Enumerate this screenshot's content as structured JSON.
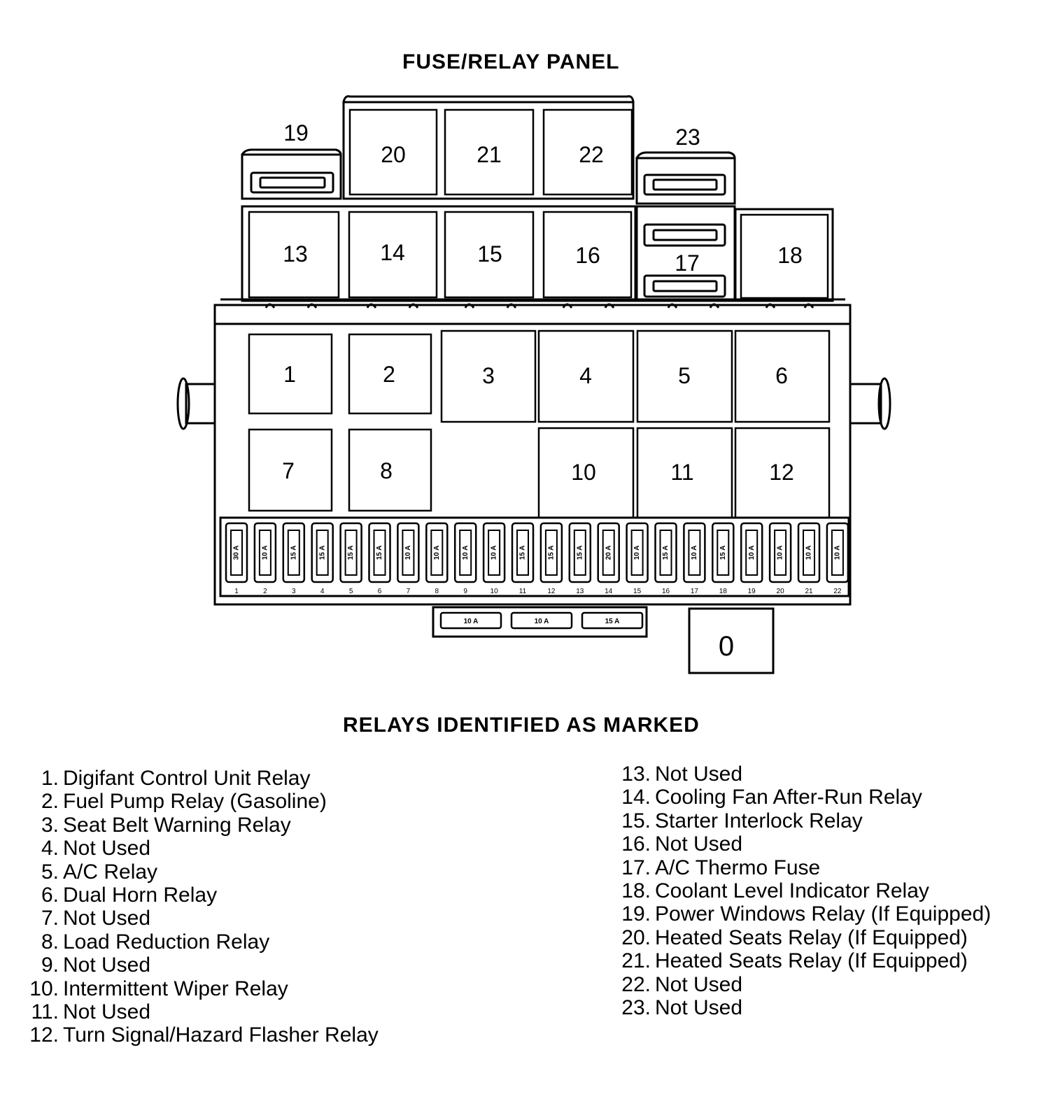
{
  "title": "FUSE/RELAY PANEL",
  "subtitle": "RELAYS IDENTIFIED AS MARKED",
  "relays": {
    "r1": "1",
    "r2": "2",
    "r3": "3",
    "r4": "4",
    "r5": "5",
    "r6": "6",
    "r7": "7",
    "r8": "8",
    "r10": "10",
    "r11": "11",
    "r12": "12",
    "r13": "13",
    "r14": "14",
    "r15": "15",
    "r16": "16",
    "r17": "17",
    "r18": "18",
    "r19": "19",
    "r20": "20",
    "r21": "21",
    "r22": "22",
    "r23": "23"
  },
  "fuses": [
    {
      "position": "1",
      "rating": "30 A"
    },
    {
      "position": "2",
      "rating": "10 A"
    },
    {
      "position": "3",
      "rating": "15 A"
    },
    {
      "position": "4",
      "rating": "15 A"
    },
    {
      "position": "5",
      "rating": "15 A"
    },
    {
      "position": "6",
      "rating": "15 A"
    },
    {
      "position": "7",
      "rating": "10 A"
    },
    {
      "position": "8",
      "rating": "10 A"
    },
    {
      "position": "9",
      "rating": "10 A"
    },
    {
      "position": "10",
      "rating": "10 A"
    },
    {
      "position": "11",
      "rating": "15 A"
    },
    {
      "position": "12",
      "rating": "15 A"
    },
    {
      "position": "13",
      "rating": "15 A"
    },
    {
      "position": "14",
      "rating": "20 A"
    },
    {
      "position": "15",
      "rating": "10 A"
    },
    {
      "position": "16",
      "rating": "15 A"
    },
    {
      "position": "17",
      "rating": "10 A"
    },
    {
      "position": "18",
      "rating": "15 A"
    },
    {
      "position": "19",
      "rating": "10 A"
    },
    {
      "position": "20",
      "rating": "10 A"
    },
    {
      "position": "21",
      "rating": "10 A"
    },
    {
      "position": "22",
      "rating": "10 A"
    }
  ],
  "bottom_fuses": [
    "10 A",
    "10 A",
    "15 A"
  ],
  "connector_label": "0",
  "legend_left": [
    {
      "num": "1.",
      "text": "Digifant Control Unit Relay"
    },
    {
      "num": "2.",
      "text": "Fuel Pump Relay (Gasoline)"
    },
    {
      "num": "3.",
      "text": "Seat Belt Warning Relay"
    },
    {
      "num": "4.",
      "text": "Not Used"
    },
    {
      "num": "5.",
      "text": "A/C Relay"
    },
    {
      "num": "6.",
      "text": "Dual Horn Relay"
    },
    {
      "num": "7.",
      "text": "Not Used"
    },
    {
      "num": "8.",
      "text": "Load Reduction Relay"
    },
    {
      "num": "9.",
      "text": "Not Used"
    },
    {
      "num": "10.",
      "text": "Intermittent Wiper Relay"
    },
    {
      "num": "11.",
      "text": "Not Used"
    },
    {
      "num": "12.",
      "text": "Turn Signal/Hazard Flasher Relay"
    }
  ],
  "legend_right": [
    {
      "num": "13.",
      "text": "Not Used"
    },
    {
      "num": "14.",
      "text": "Cooling Fan After-Run Relay"
    },
    {
      "num": "15.",
      "text": "Starter Interlock Relay"
    },
    {
      "num": "16.",
      "text": "Not Used"
    },
    {
      "num": "17.",
      "text": "A/C Thermo Fuse"
    },
    {
      "num": "18.",
      "text": "Coolant Level Indicator Relay"
    },
    {
      "num": "19.",
      "text": "Power Windows Relay (If Equipped)"
    },
    {
      "num": "20.",
      "text": "Heated Seats Relay (If Equipped)"
    },
    {
      "num": "21.",
      "text": "Heated Seats Relay (If Equipped)"
    },
    {
      "num": "22.",
      "text": "Not Used"
    },
    {
      "num": "23.",
      "text": "Not Used"
    }
  ]
}
